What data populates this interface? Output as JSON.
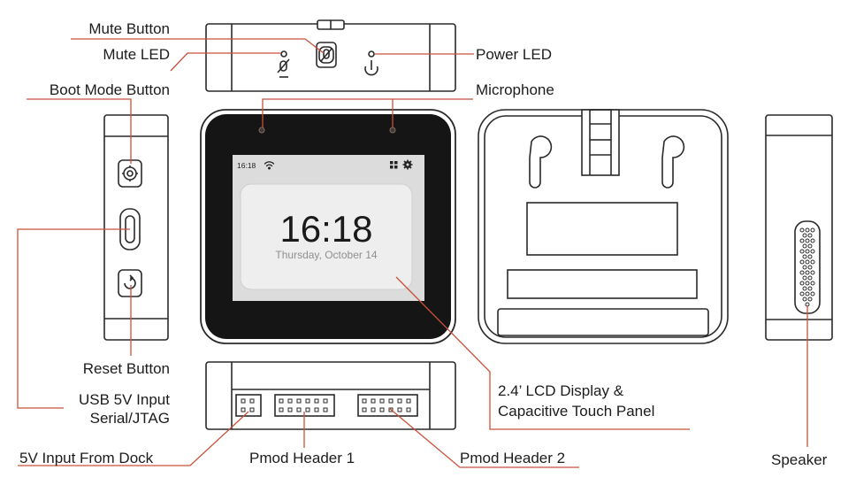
{
  "labels": {
    "mute_button": "Mute Button",
    "mute_led": "Mute LED",
    "power_led": "Power LED",
    "boot_mode_button": "Boot Mode Button",
    "microphone": "Microphone",
    "reset_button": "Reset Button",
    "usb_input_line1": "USB 5V Input",
    "usb_input_line2": "Serial/JTAG",
    "lcd_line1": "2.4’ LCD Display &",
    "lcd_line2": "Capacitive Touch Panel",
    "dock_input": "5V Input From Dock",
    "pmod1": "Pmod Header 1",
    "pmod2": "Pmod Header 2",
    "speaker": "Speaker"
  },
  "screen": {
    "status_time": "16:18",
    "clock_time": "16:18",
    "clock_date": "Thursday, October 14"
  },
  "colors": {
    "leader_line": "#c8513a",
    "device_outline": "#2a2a2a",
    "bezel": "#151515",
    "screen_bg": "#dcdcdc",
    "card_bg": "#eeeeee"
  }
}
